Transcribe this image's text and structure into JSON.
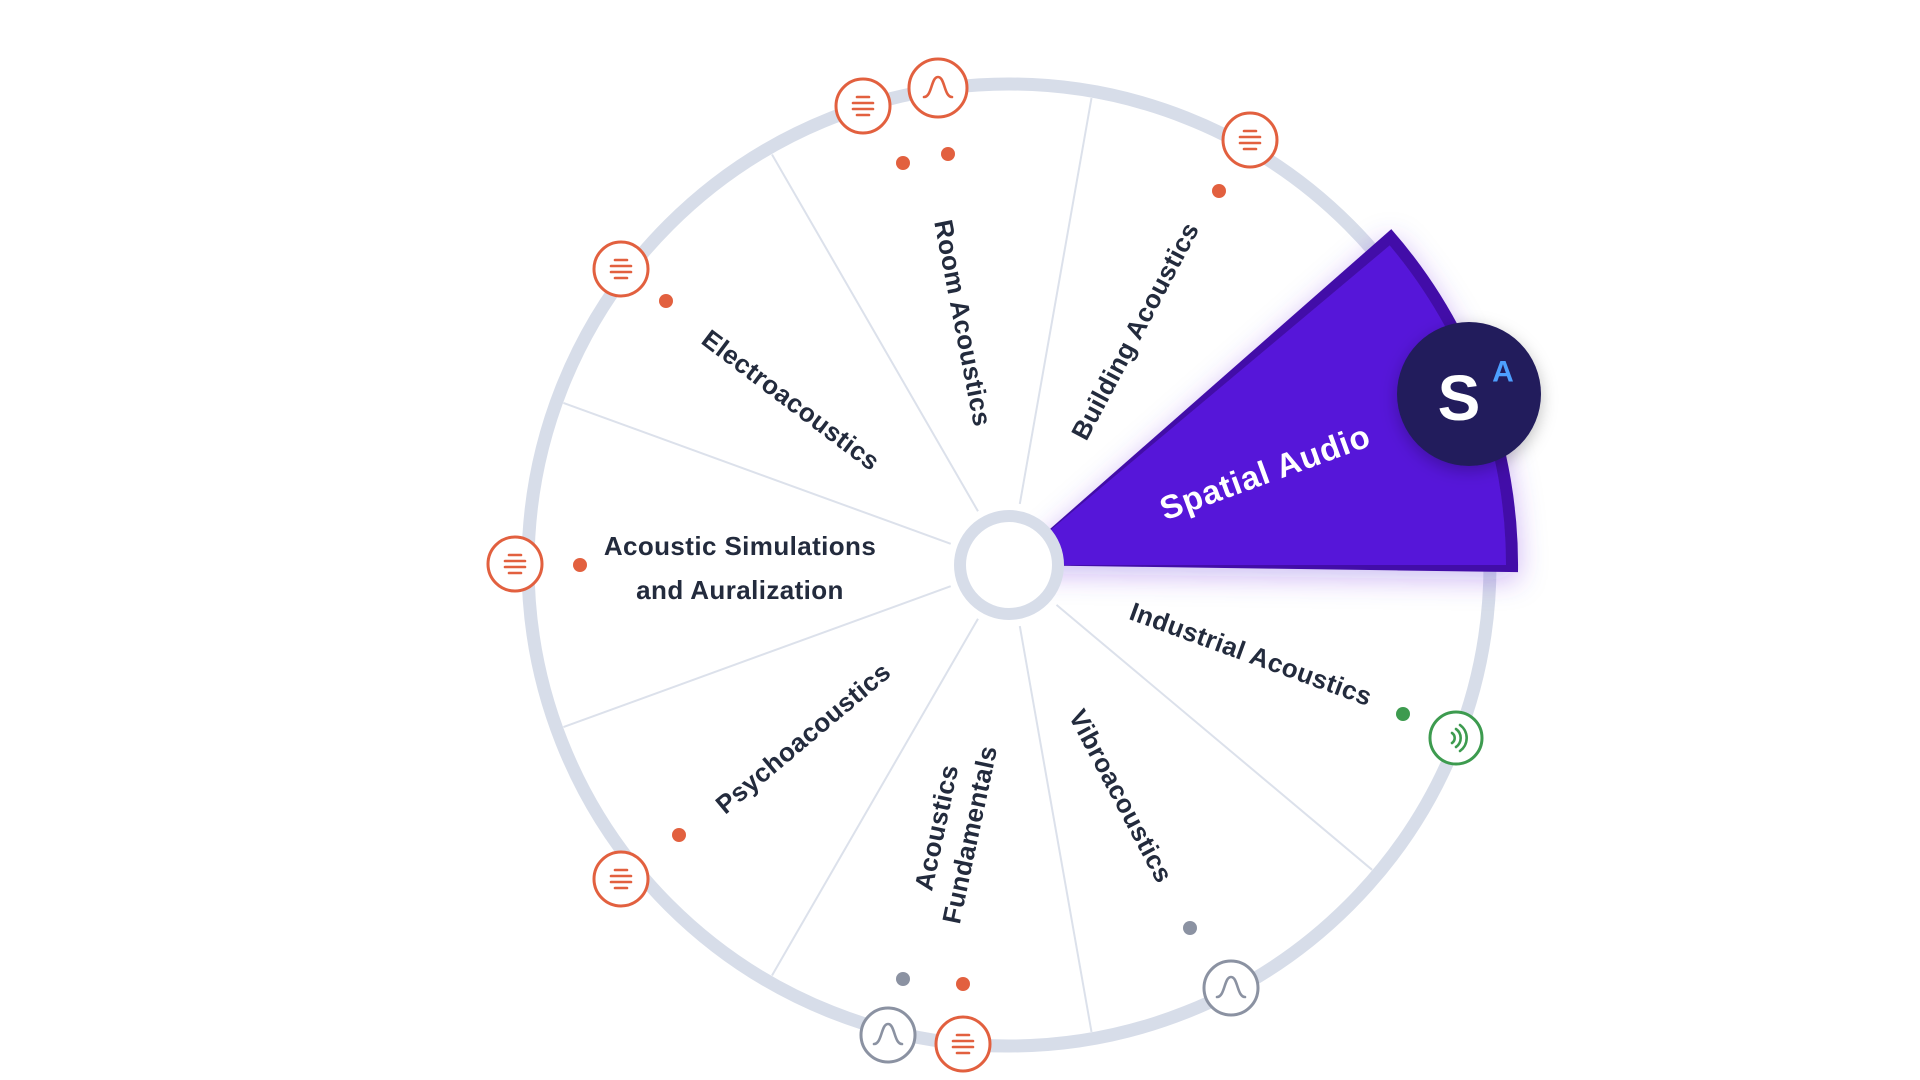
{
  "diagram": {
    "selected_segment": "Spatial Audio",
    "segments": [
      {
        "label": "Spatial Audio",
        "highlighted": true
      },
      {
        "label": "Industrial Acoustics",
        "highlighted": false
      },
      {
        "label": "Vibroacoustics",
        "highlighted": false
      },
      {
        "label_line1": "Acoustics",
        "label_line2": "Fundamentals",
        "highlighted": false
      },
      {
        "label": "Psychoacoustics",
        "highlighted": false
      },
      {
        "label_line1": "Acoustic Simulations",
        "label_line2": "and Auralization",
        "highlighted": false
      },
      {
        "label": "Electroacoustics",
        "highlighted": false
      },
      {
        "label": "Room Acoustics",
        "highlighted": false
      },
      {
        "label": "Building Acoustics",
        "highlighted": false
      }
    ],
    "badge": {
      "main": "S",
      "super": "A"
    },
    "colors": {
      "wedge": "#5717d9",
      "wedge_edge": "#4311a8",
      "badge_bg": "#221d5c",
      "badge_super_letter": "#4d9fff",
      "ring": "#d7dde9",
      "label_text": "#232b3d",
      "accent_orange": "#e2603f",
      "accent_green": "#3d9b4f",
      "accent_gray": "#8b92a2"
    },
    "icons": [
      "levels-icon",
      "waveform-icon",
      "sound-waves-icon"
    ]
  }
}
